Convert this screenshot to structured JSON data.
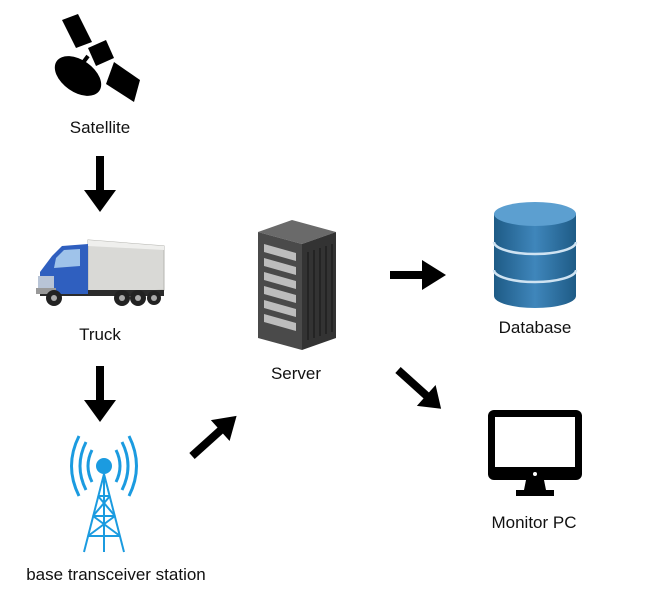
{
  "diagram": {
    "nodes": {
      "satellite": {
        "label": "Satellite",
        "icon": "satellite-icon"
      },
      "truck": {
        "label": "Truck",
        "icon": "truck-icon"
      },
      "bts": {
        "label": "base transceiver station",
        "icon": "cell-tower-icon"
      },
      "server": {
        "label": "Server",
        "icon": "server-rack-icon"
      },
      "database": {
        "label": "Database",
        "icon": "database-icon"
      },
      "monitor": {
        "label": "Monitor PC",
        "icon": "monitor-icon"
      }
    },
    "edges": [
      {
        "from": "satellite",
        "to": "truck"
      },
      {
        "from": "truck",
        "to": "bts"
      },
      {
        "from": "bts",
        "to": "server"
      },
      {
        "from": "server",
        "to": "database"
      },
      {
        "from": "server",
        "to": "monitor"
      }
    ],
    "colors": {
      "arrow": "#000000",
      "database": "#2f6f9f",
      "tower": "#1b9be0",
      "truck_cab": "#2f5fbf",
      "server": "#3a3a3a"
    }
  }
}
